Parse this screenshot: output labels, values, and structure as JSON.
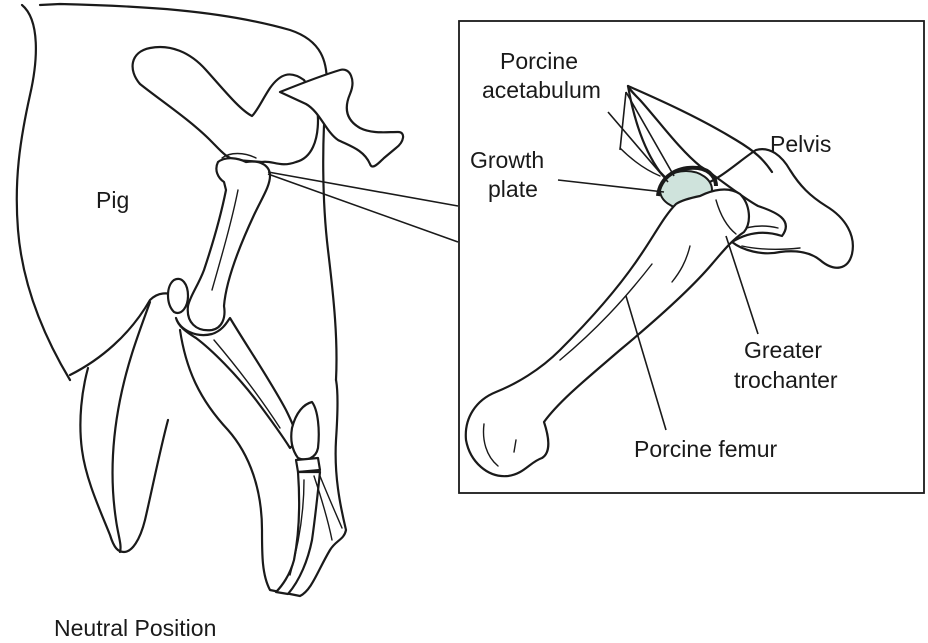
{
  "labels": {
    "pig": "Pig",
    "porcine_acetabulum_1": "Porcine",
    "porcine_acetabulum_2": "acetabulum",
    "pelvis": "Pelvis",
    "growth_plate_1": "Growth",
    "growth_plate_2": "plate",
    "greater_trochanter_1": "Greater",
    "greater_trochanter_2": "trochanter",
    "porcine_femur": "Porcine femur",
    "neutral_position": "Neutral Position"
  },
  "colors": {
    "ink": "#1a1a1a",
    "growth_plate_fill": "#cfe3dc",
    "background": "#ffffff"
  }
}
